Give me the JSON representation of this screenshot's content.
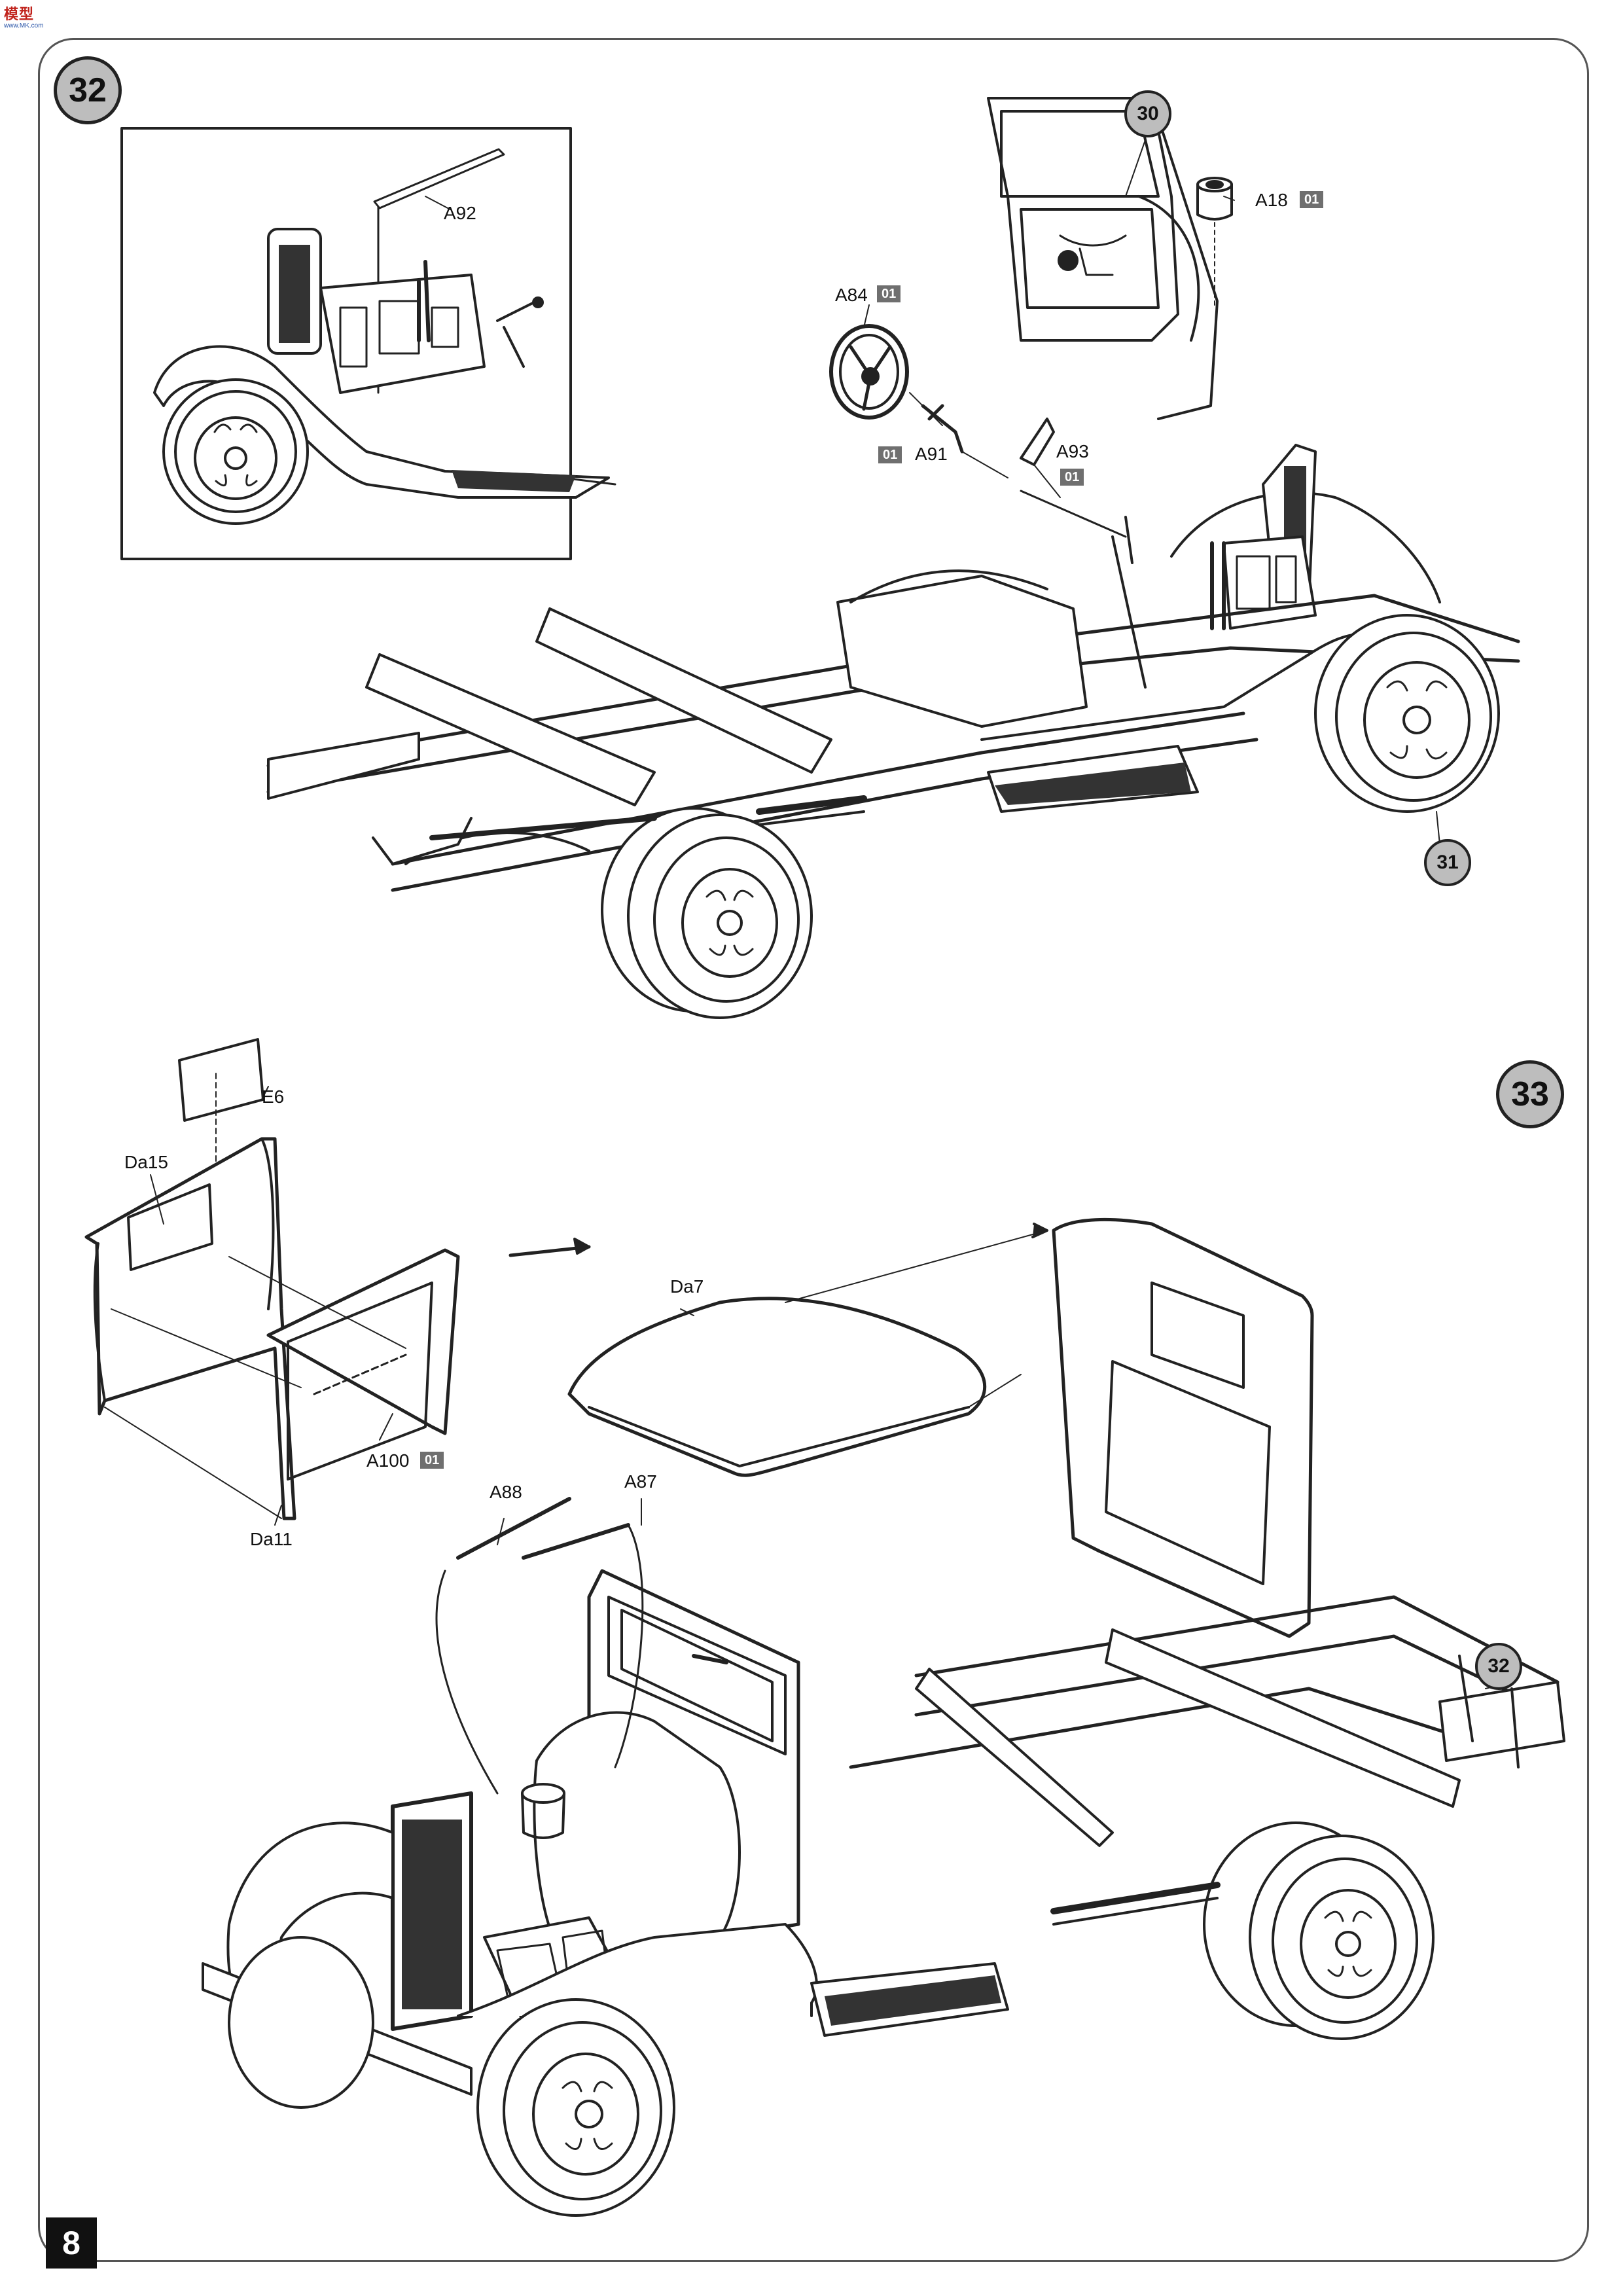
{
  "watermark": {
    "line1": "模型",
    "line2": "www.MK.com"
  },
  "page_number": "8",
  "steps": [
    {
      "number": "32",
      "refs": [
        "30",
        "31"
      ],
      "parts": [
        {
          "id": "A92",
          "paint": ""
        },
        {
          "id": "A84",
          "paint": "01"
        },
        {
          "id": "A91",
          "paint": "01"
        },
        {
          "id": "A93",
          "paint": "01"
        },
        {
          "id": "A18",
          "paint": "01"
        }
      ]
    },
    {
      "number": "33",
      "refs": [
        "32"
      ],
      "parts": [
        {
          "id": "E6",
          "paint": ""
        },
        {
          "id": "Da15",
          "paint": ""
        },
        {
          "id": "A100",
          "paint": "01"
        },
        {
          "id": "Da11",
          "paint": ""
        },
        {
          "id": "Da7",
          "paint": ""
        },
        {
          "id": "A88",
          "paint": ""
        },
        {
          "id": "A87",
          "paint": ""
        }
      ]
    }
  ],
  "colors": {
    "badge_fill": "#bdbdbd",
    "paint_chip": "#6f6f6f",
    "line": "#222222"
  }
}
